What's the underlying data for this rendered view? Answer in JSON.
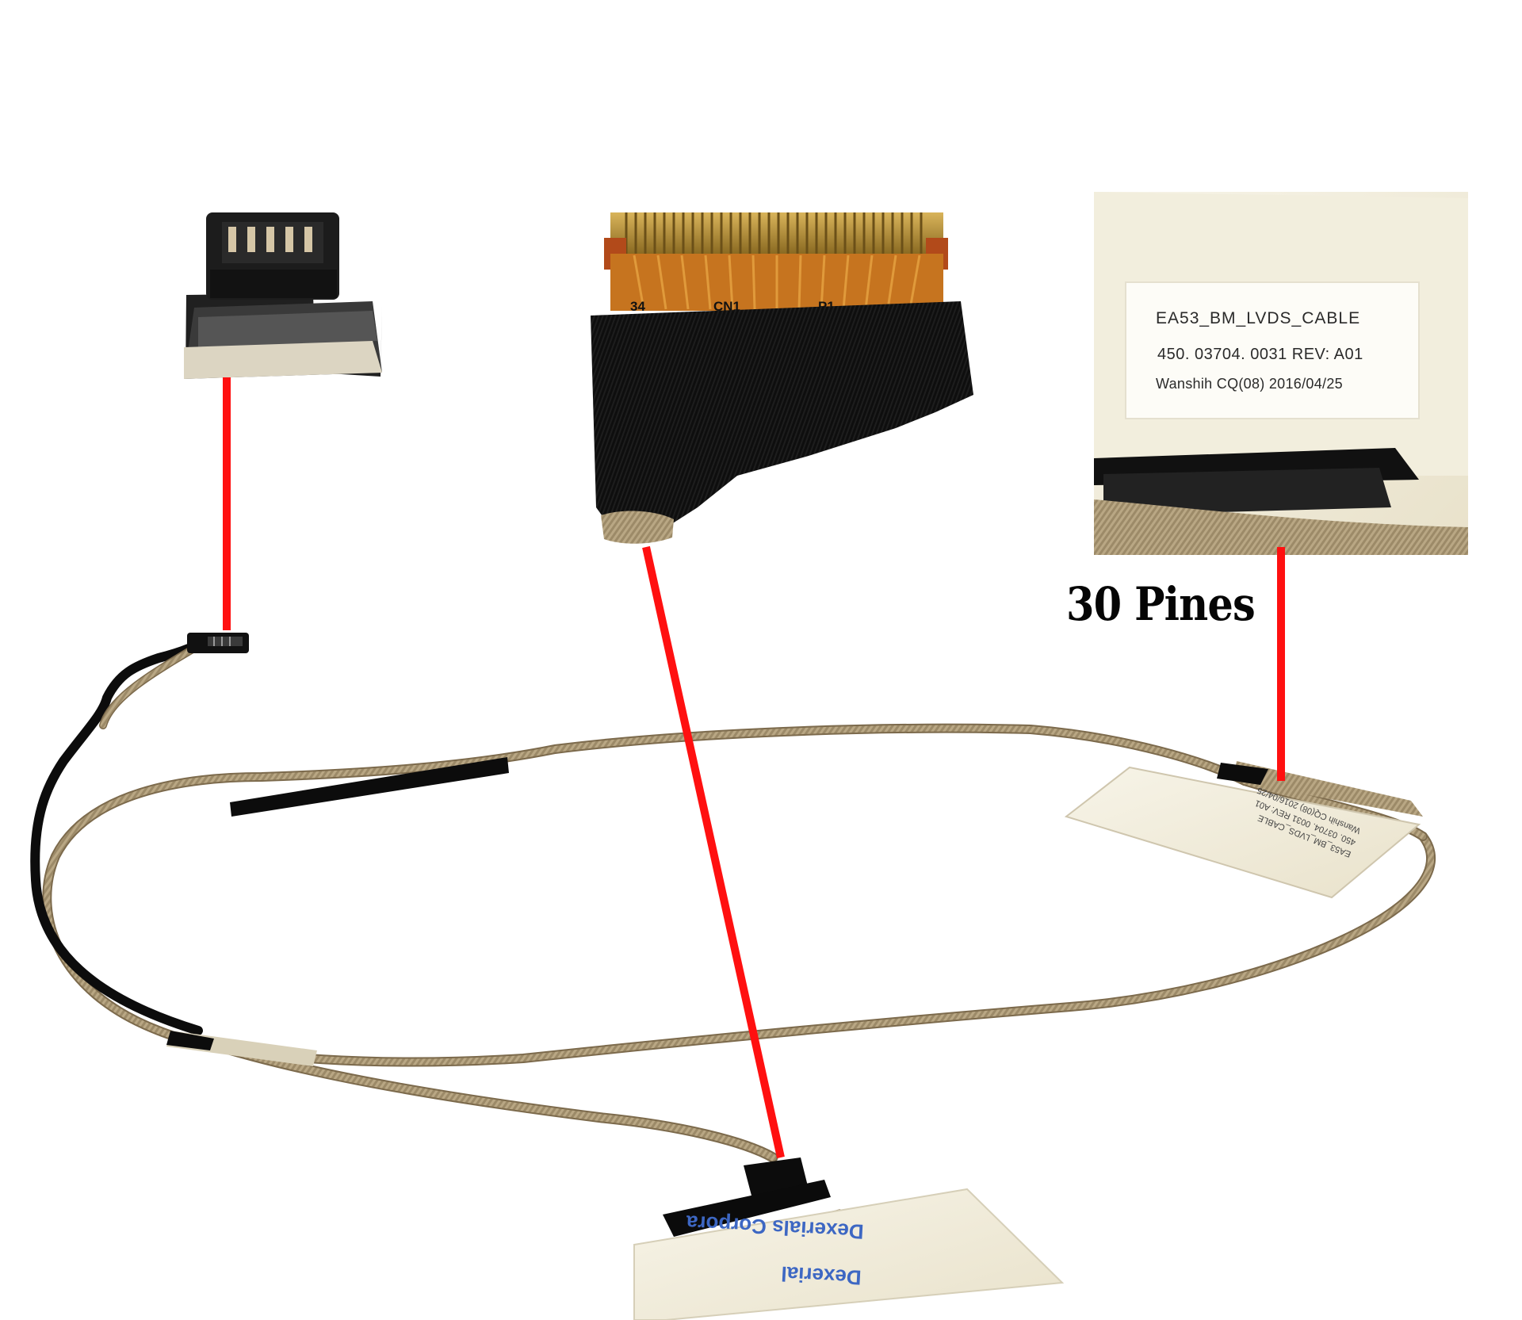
{
  "annotation": {
    "pin_count_label": "30 Pines"
  },
  "label_sticker": {
    "part_name": "EA53_BM_LVDS_CABLE",
    "part_number": "450. 03704. 0031  REV: A01",
    "vendor_date": "Wanshih CQ(08)   2016/04/25"
  },
  "fpc_connector": {
    "print_left": "34",
    "print_mid": "CN1",
    "print_right": "P1"
  },
  "bottom_sticker": {
    "brand_line_1": "Dexerials Corpora",
    "brand_line_2": "Dexerial"
  },
  "small_sticker": {
    "line1": "EA53_BM_LVDS_CABLE",
    "line2": "450. 03704. 0031 REV: A01",
    "line3": "Wanshih CQ(08)  2016/04/25"
  },
  "colors": {
    "pointer_line": "#ff1010",
    "cable": "#a89677",
    "tape_black": "#0b0b0b",
    "sticker_paper": "#f5f1e3",
    "brand_blue": "#3d67c3"
  }
}
